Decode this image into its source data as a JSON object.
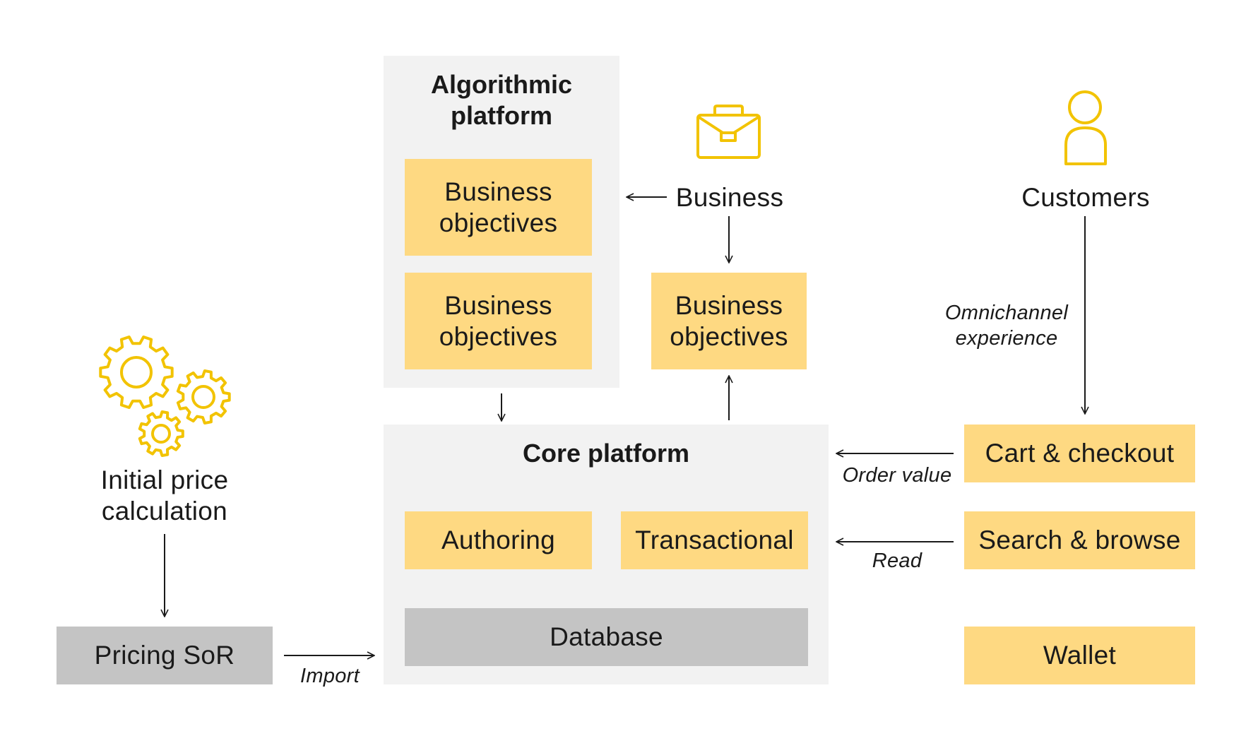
{
  "algorithmic_platform": {
    "title_line1": "Algorithmic",
    "title_line2": "platform",
    "box1": {
      "line1": "Business",
      "line2": "objectives"
    },
    "box2": {
      "line1": "Business",
      "line2": "objectives"
    }
  },
  "business": {
    "label": "Business",
    "objectives": {
      "line1": "Business",
      "line2": "objectives"
    }
  },
  "customers": {
    "label": "Customers",
    "edge_label_line1": "Omnichannel",
    "edge_label_line2": "experience"
  },
  "core_platform": {
    "title": "Core platform",
    "authoring": "Authoring",
    "transactional": "Transactional",
    "database": "Database"
  },
  "channels": {
    "cart": "Cart & checkout",
    "search": "Search & browse",
    "wallet": "Wallet",
    "order_value_label": "Order value",
    "read_label": "Read"
  },
  "pricing": {
    "initial_line1": "Initial price",
    "initial_line2": "calculation",
    "sor": "Pricing SoR",
    "import_label": "Import"
  },
  "colors": {
    "accent": "#f2c300",
    "box_yellow": "#fed982",
    "box_gray": "#c4c4c4",
    "panel": "#f2f2f2"
  }
}
